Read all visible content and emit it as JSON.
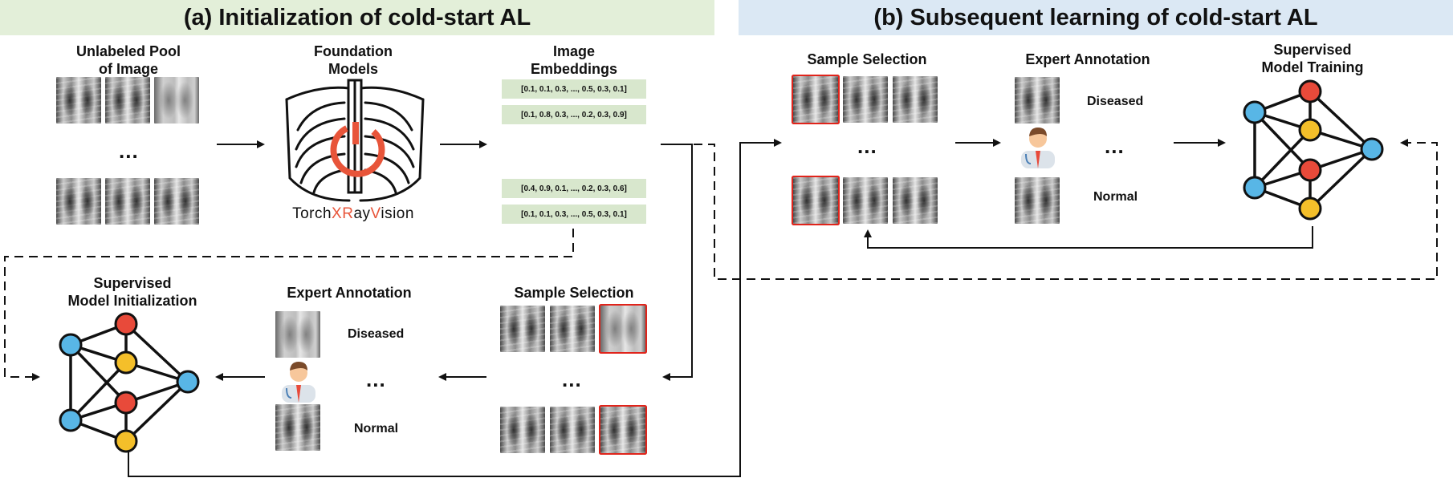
{
  "panel_a": {
    "header": "(a) Initialization of cold-start AL",
    "unlabeled_pool_line1": "Unlabeled Pool",
    "unlabeled_pool_line2": "of Image",
    "foundation_line1": "Foundation",
    "foundation_line2": "Models",
    "logo": {
      "part1": "Torch",
      "part2": "XR",
      "part3": "ay",
      "part4": "V",
      "part5": "ision"
    },
    "embeddings_line1": "Image",
    "embeddings_line2": "Embeddings",
    "embeddings": [
      "[0.1, 0.1, 0.3, ..., 0.5, 0.3, 0.1]",
      "[0.1, 0.8, 0.3, ..., 0.2, 0.3, 0.9]",
      "[0.4, 0.9, 0.1, ..., 0.2, 0.3, 0.6]",
      "[0.1, 0.1, 0.3, ..., 0.5, 0.3, 0.1]"
    ],
    "sample_selection": "Sample Selection",
    "expert_annotation": "Expert Annotation",
    "diseased": "Diseased",
    "normal": "Normal",
    "init_line1": "Supervised",
    "init_line2": "Model Initialization",
    "ellipsis": "..."
  },
  "panel_b": {
    "header": "(b) Subsequent learning of cold-start AL",
    "sample_selection": "Sample Selection",
    "expert_annotation": "Expert Annotation",
    "diseased": "Diseased",
    "normal": "Normal",
    "training_line1": "Supervised",
    "training_line2": "Model Training",
    "ellipsis": "..."
  },
  "colors": {
    "header_a_bg": "#e3efd9",
    "header_b_bg": "#dbe8f4",
    "embedding_bg": "#d8e7cd",
    "node_red": "#e84a3a",
    "node_yellow": "#f4bf2a",
    "node_blue": "#58b6e6",
    "selection_red": "#e0241b",
    "logo_red": "#e8553a"
  },
  "icons": [
    "chest-xray-image",
    "rib-cage-icon",
    "doctor-icon",
    "neural-network-graph-icon"
  ]
}
